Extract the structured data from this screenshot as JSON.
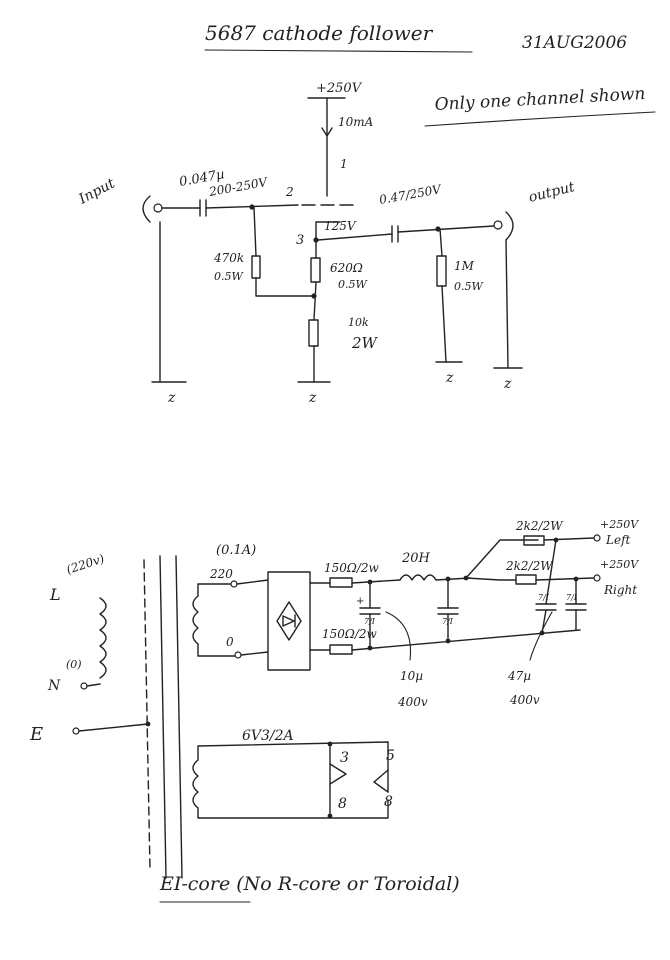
{
  "title": "5687 cathode follower",
  "date": "31AUG2006",
  "note": "Only one channel shown",
  "follower": {
    "supply_voltage": "+250V",
    "supply_current": "10mA",
    "pin_plate": "1",
    "pin_grid": "2",
    "pin_cathode": "3",
    "input_label": "Input",
    "input_cap": "0.047µ",
    "input_cap_rating": "200-250V",
    "grid_resistor": "470k",
    "grid_resistor_power": "0.5W",
    "cathode_voltage": "125V",
    "cathode_resistor": "620Ω",
    "cathode_resistor_power": "0.5W",
    "load_resistor": "10k",
    "load_resistor_power": "2W",
    "output_cap": "0.47/250V",
    "output_label": "output",
    "output_resistor": "1M",
    "output_resistor_power": "0.5W",
    "ground": "z"
  },
  "supply": {
    "mains_voltage": "(220v)",
    "L": "L",
    "N": "N",
    "N_pin": "(0)",
    "E": "E",
    "hv_winding": "220",
    "hv_current": "(0.1A)",
    "hv_zero": "0",
    "r1": "150Ω/2w",
    "r2": "150Ω/2w",
    "choke": "20H",
    "cap1": "10µ",
    "cap1_rating": "400v",
    "cap2": "47µ",
    "cap2_rating": "400v",
    "cap_label_a": "7/I",
    "cap_label_b": "7/I",
    "cap_label_c": "7/I",
    "cap_label_d": "7/I",
    "out_r_top": "2k2/2W",
    "out_r_bottom": "2k2/2W",
    "out_left_v": "+250V",
    "out_left": "Left",
    "out_right_v": "+250V",
    "out_right": "Right",
    "heater": "6V3/2A",
    "pin3": "3",
    "pin5": "5",
    "pin8a": "8",
    "pin8b": "8",
    "core_note": "EI-core (No R-core or Toroidal)"
  }
}
